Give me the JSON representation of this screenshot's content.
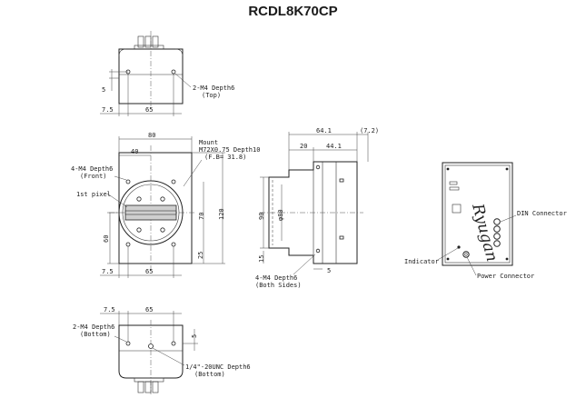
{
  "title": "RCDL8K70CP",
  "top_view": {
    "dim_5": "5",
    "dim_7_5": "7.5",
    "dim_65": "65",
    "callout_line1": "2-M4 Depth6",
    "callout_line2": "(Top)"
  },
  "front_view": {
    "dim_80": "80",
    "dim_40": "40",
    "dim_70": "70",
    "dim_120": "120",
    "dim_60": "60",
    "dim_25": "25",
    "dim_7_5": "7.5",
    "dim_65": "65",
    "mount_line1": "Mount",
    "mount_line2": "M72X0.75 Depth10",
    "mount_line3": "(F.B= 31.8)",
    "callout_line1": "4-M4 Depth6",
    "callout_line2": "(Front)",
    "first_pixel": "1st pixel"
  },
  "side_view": {
    "dim_64_1": "64.1",
    "dim_7_2": "(7.2)",
    "dim_20": "20",
    "dim_44_1": "44.1",
    "dim_90": "90",
    "dim_phi80": "φ80",
    "dim_15": "15",
    "dim_5": "5",
    "callout_line1": "4-M4 Depth6",
    "callout_line2": "(Both Sides)"
  },
  "rear_view": {
    "din_connector": "DIN Connector",
    "indicator": "Indicator",
    "power_connector": "Power Connector",
    "logo_text": "Ryugan"
  },
  "bottom_view": {
    "dim_7_5": "7.5",
    "dim_65": "65",
    "dim_5": "5",
    "callout_left_line1": "2-M4 Depth6",
    "callout_left_line2": "(Bottom)",
    "callout_right_line1": "1/4\"-20UNC Depth6",
    "callout_right_line2": "(Bottom)"
  }
}
